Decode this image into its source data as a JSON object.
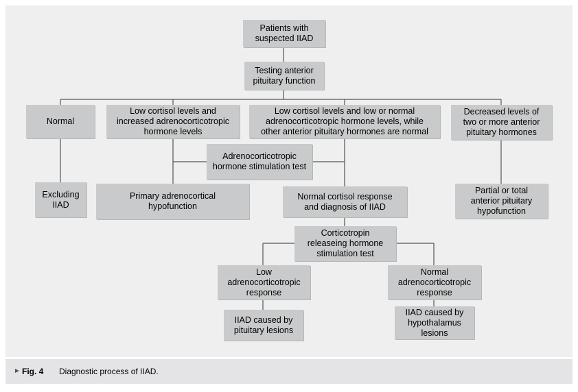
{
  "boxes": {
    "patients": [
      "Patients with",
      "suspected IIAD"
    ],
    "testing": [
      "Testing anterior",
      "pituitary function"
    ],
    "normal": [
      "Normal"
    ],
    "low_cortisol_high_acth": [
      "Low cortisol levels and",
      "increased adrenocorticotropic",
      "hormone levels"
    ],
    "low_cortisol_low_acth": [
      "Low cortisol levels and low or normal",
      "adrenocorticotropic hormone levels, while",
      "other anterior pituitary hormones are normal"
    ],
    "decreased_levels": [
      "Decreased levels of",
      "two or more anterior",
      "pituitary hormones"
    ],
    "acth_stim_test": [
      "Adrenocorticotropic",
      "hormone stimulation test"
    ],
    "excluding": [
      "Excluding",
      "IIAD"
    ],
    "primary": [
      "Primary adrenocortical",
      "hypofunction"
    ],
    "normal_cortisol": [
      "Normal cortisol response",
      "and diagnosis of IIAD"
    ],
    "partial_total": [
      "Partial or total",
      "anterior pituitary",
      "hypofunction"
    ],
    "crh_test": [
      "Corticotropin",
      "releaseing hormone",
      "stimulation test"
    ],
    "low_acth_response": [
      "Low",
      "adrenocorticotropic",
      "response"
    ],
    "normal_acth_response": [
      "Normal",
      "adrenocorticotropic",
      "response"
    ],
    "pituitary_lesions": [
      "IIAD caused by",
      "pituitary lesions"
    ],
    "hypothalamus_lesions": [
      "IIAD caused by",
      "hypothalamus",
      "lesions"
    ]
  },
  "caption": {
    "arrow": "►",
    "label": "Fig. 4",
    "text": "Diagnostic process of IIAD."
  },
  "colors": {
    "panel": "#efeff0",
    "box": "#c9cacb",
    "line": "#555555",
    "caption_bg": "#e4e4e6"
  }
}
